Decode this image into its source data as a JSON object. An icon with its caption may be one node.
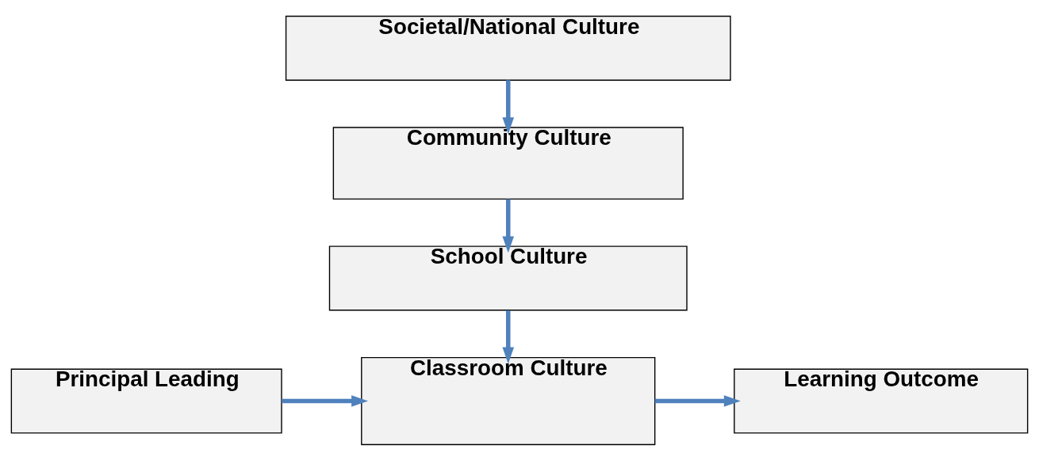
{
  "diagram": {
    "nodes": [
      {
        "text": [
          "Societal/National Culture"
        ]
      },
      {
        "text": [
          "Community Culture"
        ]
      },
      {
        "text": [
          "School Culture"
        ]
      },
      {
        "text": [
          "Principal Leading"
        ]
      },
      {
        "text": [
          "Classroom Culture"
        ]
      },
      {
        "text": [
          "Learning Outcome"
        ]
      }
    ],
    "edges": [
      {
        "from": 0,
        "to": 1,
        "arrow": "to"
      },
      {
        "from": 1,
        "to": 2,
        "arrow": "to"
      },
      {
        "from": 2,
        "to": 4,
        "arrow": "to"
      },
      {
        "from": 3,
        "to": 4,
        "arrow": "to"
      },
      {
        "from": 4,
        "to": 5,
        "arrow": "to"
      }
    ]
  }
}
